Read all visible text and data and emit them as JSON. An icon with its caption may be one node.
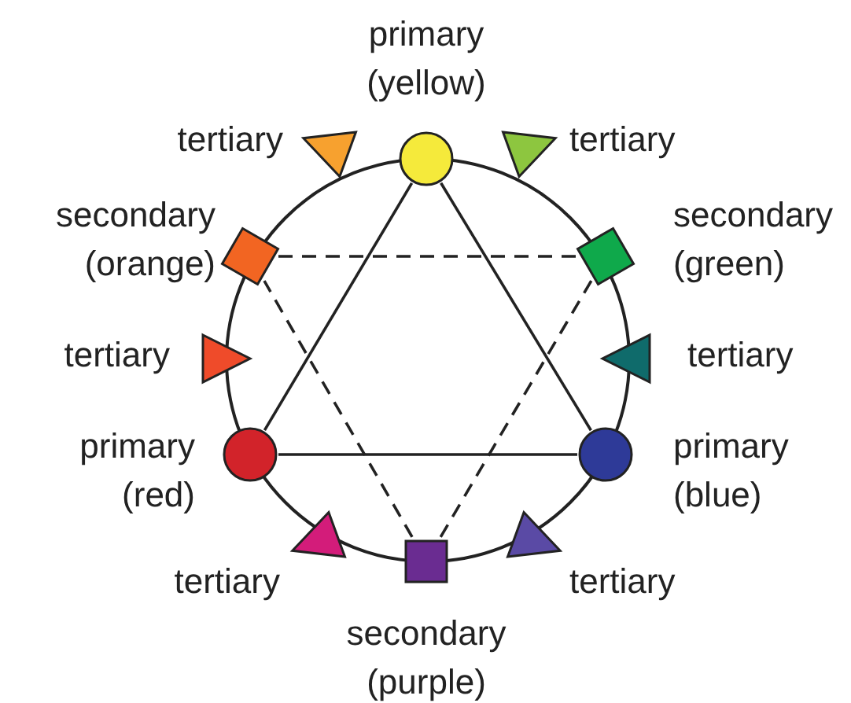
{
  "diagram": {
    "nodes": [
      {
        "text": [
          "primary (yellow)"
        ]
      },
      {
        "text": [
          "tertiary"
        ]
      },
      {
        "text": [
          "tertiary"
        ]
      },
      {
        "text": [
          "secondary (orange)"
        ]
      },
      {
        "text": [
          "secondary (green)"
        ]
      },
      {
        "text": [
          "tertiary"
        ]
      },
      {
        "text": [
          "tertiary"
        ]
      },
      {
        "text": [
          "primary (red)"
        ]
      },
      {
        "text": [
          "primary (blue)"
        ]
      },
      {
        "text": [
          "tertiary"
        ]
      },
      {
        "text": [
          "tertiary"
        ]
      },
      {
        "text": [
          "secondary (purple)"
        ]
      }
    ],
    "edges": [
      {
        "from": 0,
        "to": 7,
        "arrow": "none"
      },
      {
        "from": 7,
        "to": 8,
        "arrow": "none"
      },
      {
        "from": 8,
        "to": 0,
        "arrow": "none"
      },
      {
        "from": 3,
        "to": 4,
        "arrow": "none",
        "style": "dashed"
      },
      {
        "from": 4,
        "to": 11,
        "arrow": "none",
        "style": "dashed"
      },
      {
        "from": 11,
        "to": 3,
        "arrow": "none",
        "style": "dashed"
      }
    ]
  }
}
